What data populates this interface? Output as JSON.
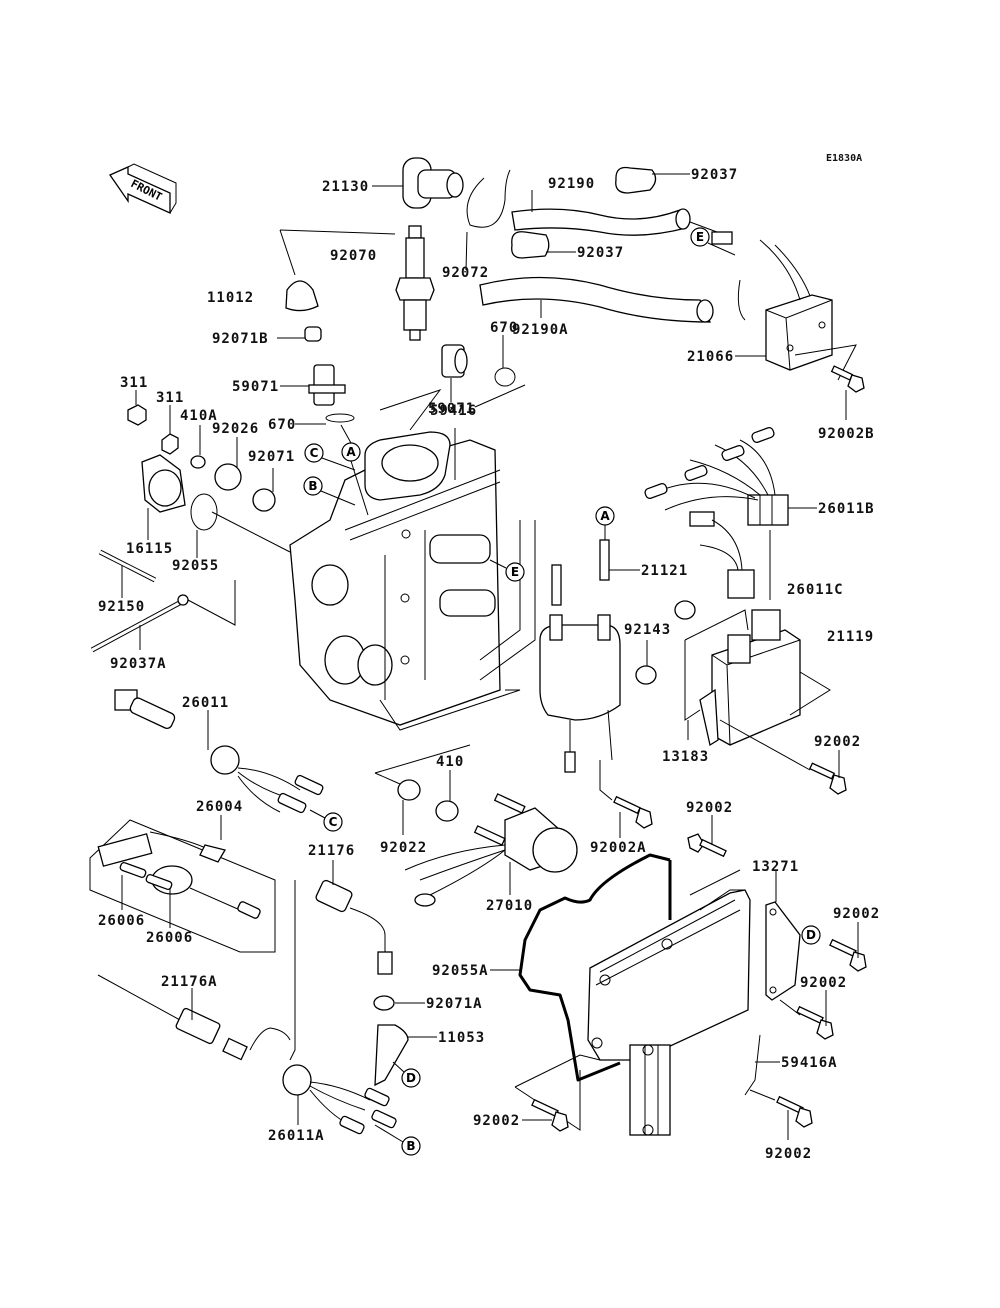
{
  "diagram": {
    "code": "E1830A",
    "direction_label": "FRONT",
    "parts": {
      "p21130": "21130",
      "p92190": "92190",
      "p92037_top": "92037",
      "p92070": "92070",
      "p92072": "92072",
      "p92037_mid": "92037",
      "p11012": "11012",
      "p670_top": "670",
      "p92190A": "92190A",
      "p92071B": "92071B",
      "p21066": "21066",
      "p59071_left": "59071",
      "p59071_right": "59071",
      "p92002B": "92002B",
      "p311_a": "311",
      "p311_b": "311",
      "p410A": "410A",
      "p92026": "92026",
      "p670_mid": "670",
      "p59416": "59416",
      "p92071": "92071",
      "p16115": "16115",
      "p92055": "92055",
      "p26011B": "26011B",
      "p21121": "21121",
      "p92150": "92150",
      "p26011C": "26011C",
      "p92037A": "92037A",
      "p92143": "92143",
      "p21119": "21119",
      "p26011": "26011",
      "p410": "410",
      "p92002_r1": "92002",
      "p13183": "13183",
      "p26004": "26004",
      "p92022": "92022",
      "p92002A": "92002A",
      "p92002_r2": "92002",
      "p21176": "21176",
      "p13271": "13271",
      "p27010": "27010",
      "p92002_r3": "92002",
      "p26006_a": "26006",
      "p26006_b": "26006",
      "p92055A": "92055A",
      "p21176A": "21176A",
      "p92071A": "92071A",
      "p92002_r4": "92002",
      "p11053": "11053",
      "p59416A": "59416A",
      "p92002_b1": "92002",
      "p26011A": "26011A",
      "p92002_b2": "92002"
    },
    "refs": {
      "A": "A",
      "B": "B",
      "C": "C",
      "D": "D",
      "E": "E"
    }
  }
}
